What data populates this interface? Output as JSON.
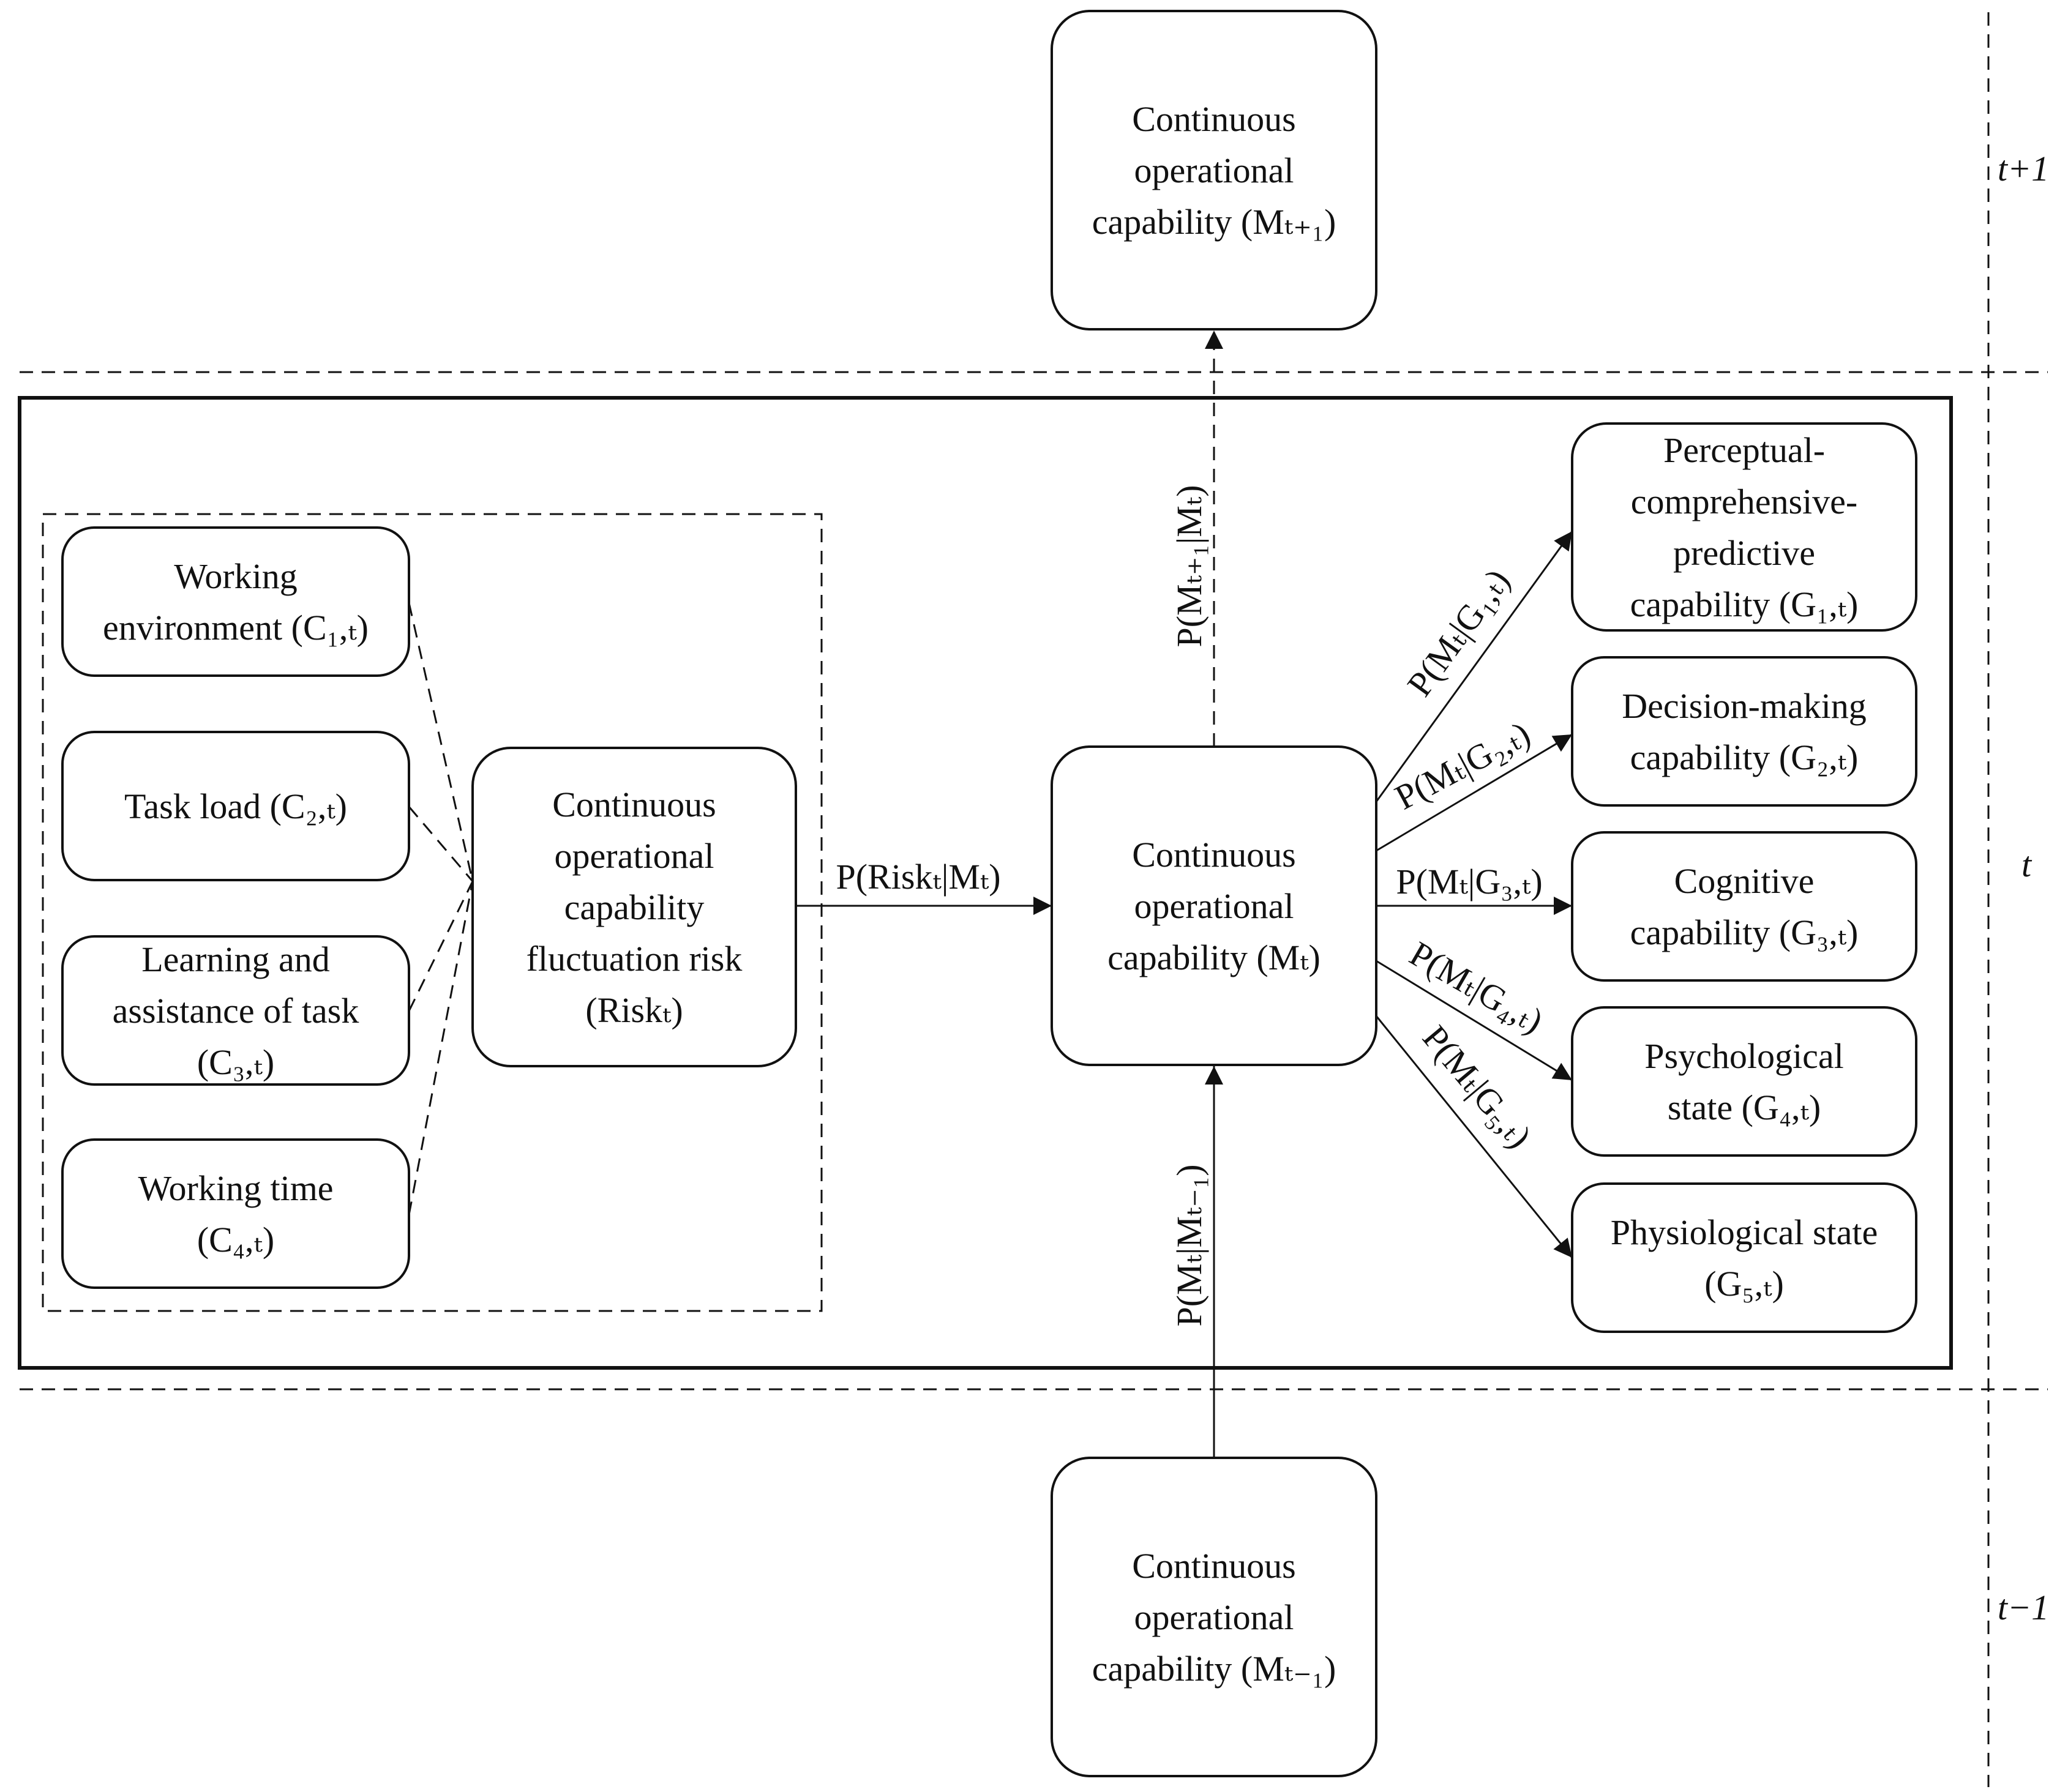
{
  "time_labels": {
    "next": "t+1",
    "current": "t",
    "previous": "t−1"
  },
  "nodes": {
    "m_next": {
      "lines": [
        "Continuous",
        "operational",
        "capability (Mₜ₊₁)"
      ]
    },
    "m_current": {
      "lines": [
        "Continuous",
        "operational",
        "capability (Mₜ)"
      ]
    },
    "m_prev": {
      "lines": [
        "Continuous",
        "operational",
        "capability (Mₜ₋₁)"
      ]
    },
    "risk": {
      "lines": [
        "Continuous",
        "operational",
        "capability",
        "fluctuation risk",
        "(Riskₜ)"
      ]
    },
    "c1": {
      "lines": [
        "Working",
        "environment (C₁,ₜ)"
      ]
    },
    "c2": {
      "lines": [
        "Task load (C₂,ₜ)"
      ]
    },
    "c3": {
      "lines": [
        "Learning and",
        "assistance of task",
        "(C₃,ₜ)"
      ]
    },
    "c4": {
      "lines": [
        "Working time",
        "(C₄,ₜ)"
      ]
    },
    "g1": {
      "lines": [
        "Perceptual-",
        "comprehensive-",
        "predictive",
        "capability (G₁,ₜ)"
      ]
    },
    "g2": {
      "lines": [
        "Decision-making",
        "capability (G₂,ₜ)"
      ]
    },
    "g3": {
      "lines": [
        "Cognitive",
        "capability (G₃,ₜ)"
      ]
    },
    "g4": {
      "lines": [
        "Psychological",
        "state (G₄,ₜ)"
      ]
    },
    "g5": {
      "lines": [
        "Physiological state",
        "(G₅,ₜ)"
      ]
    }
  },
  "edges": {
    "risk_to_m": "P(Riskₜ|Mₜ)",
    "m_to_next": "P(Mₜ₊₁|Mₜ)",
    "prev_to_m": "P(Mₜ|Mₜ₋₁)",
    "m_to_g1": "P(Mₜ|G₁,ₜ)",
    "m_to_g2": "P(Mₜ|G₂,ₜ)",
    "m_to_g3": "P(Mₜ|G₃,ₜ)",
    "m_to_g4": "P(Mₜ|G₄,ₜ)",
    "m_to_g5": "P(Mₜ|G₅,ₜ)"
  }
}
